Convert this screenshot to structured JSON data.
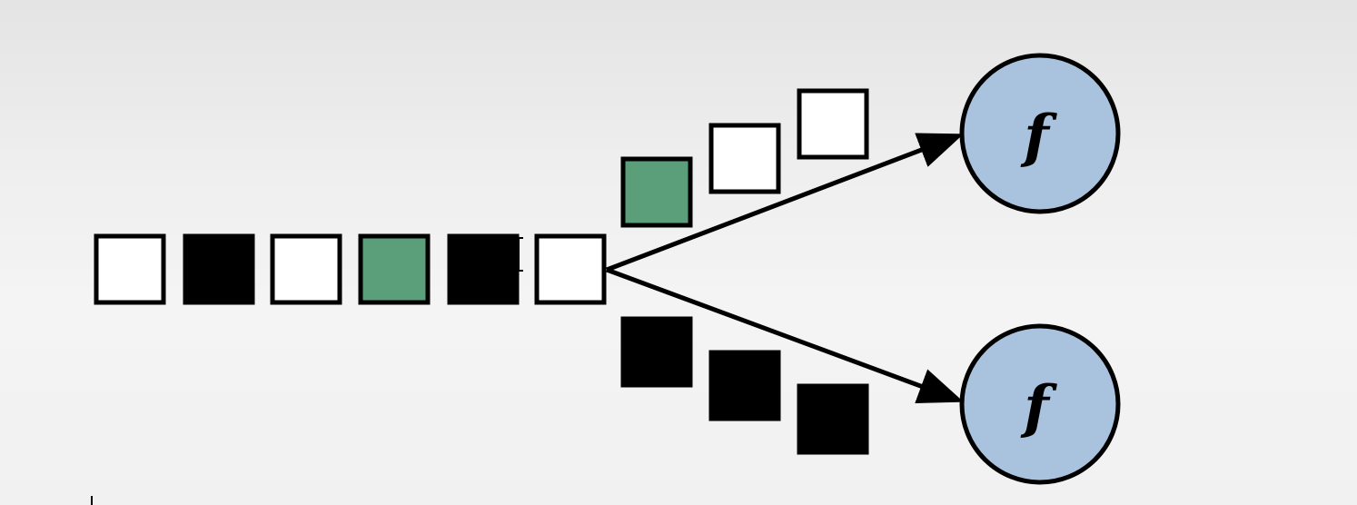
{
  "diagram": {
    "colors": {
      "white": "#ffffff",
      "black": "#000000",
      "green": "#5a9e7a",
      "node_fill": "#a9c2de"
    },
    "input_stream": [
      "white",
      "black",
      "white",
      "green",
      "black",
      "white"
    ],
    "upper_branch": [
      "green",
      "white",
      "white"
    ],
    "lower_branch": [
      "black",
      "black",
      "black"
    ],
    "nodes": [
      {
        "label": "f"
      },
      {
        "label": "f"
      }
    ]
  }
}
